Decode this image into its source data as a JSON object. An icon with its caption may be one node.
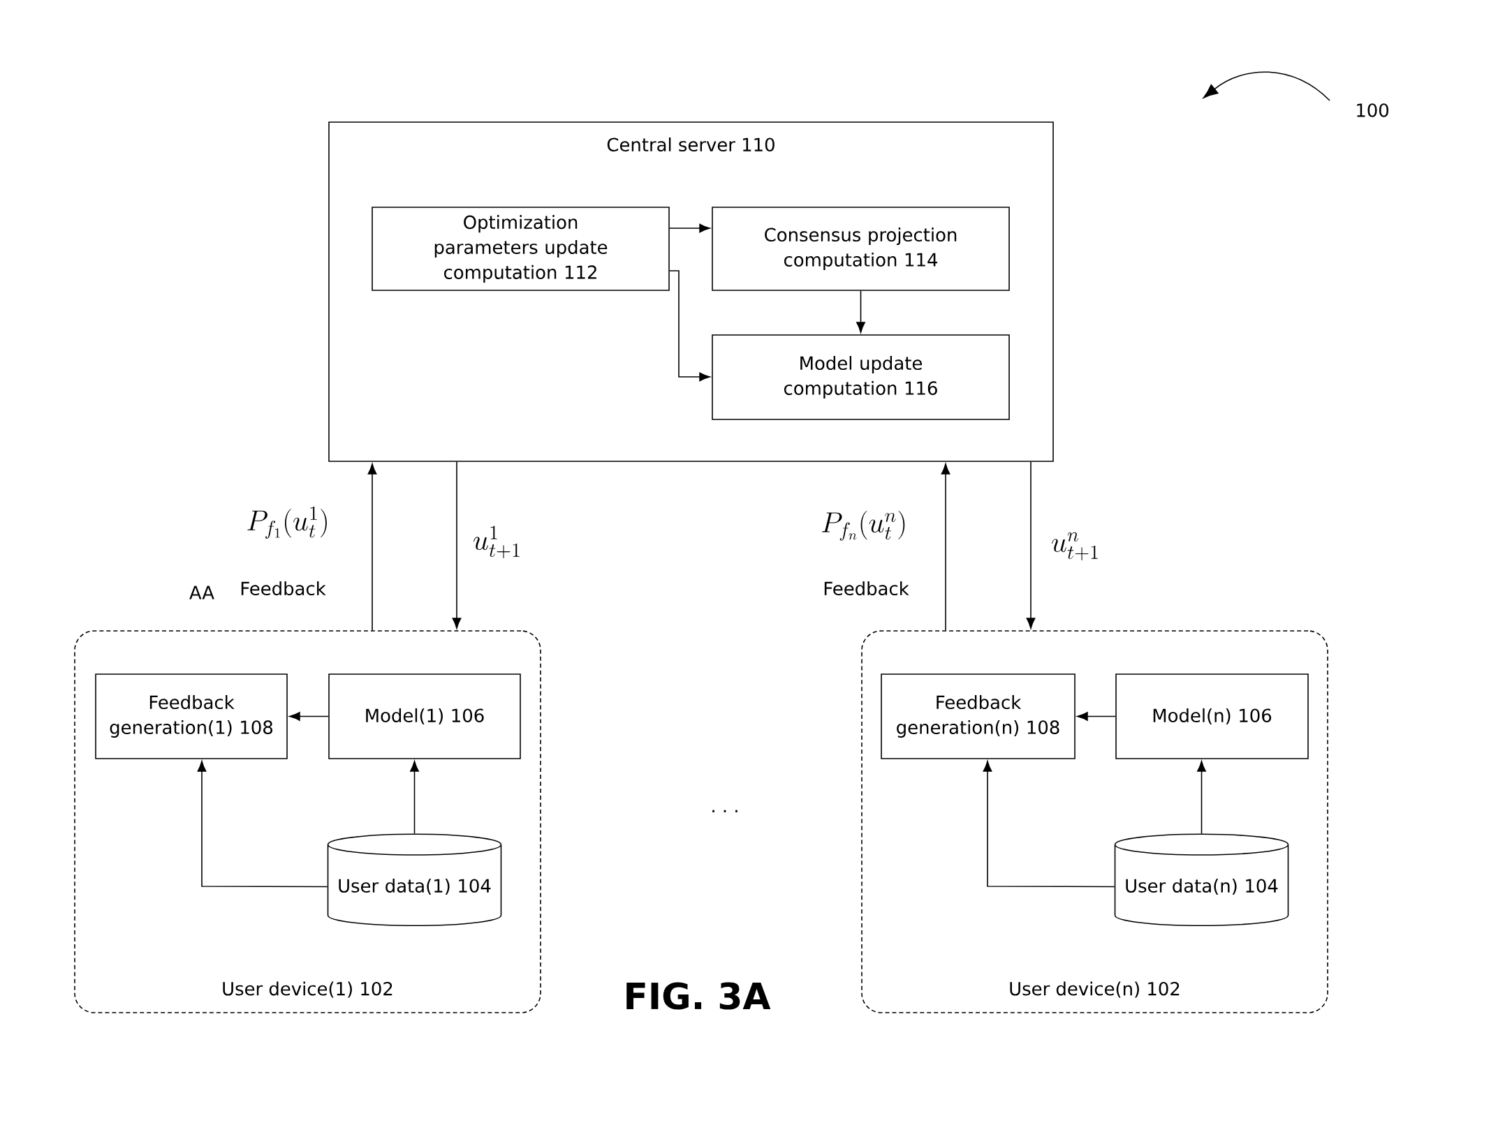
{
  "diagram": {
    "caption": "FIG. 3A",
    "nodes": [
      {
        "text": [
          "Central server 110"
        ]
      },
      {
        "text": [
          "Optimization parameters update computation 112"
        ],
        "in": 0
      },
      {
        "text": [
          "Consensus projection computation 114"
        ],
        "in": 0
      },
      {
        "text": [
          "Model update computation 116"
        ],
        "in": 0
      },
      {
        "text": [
          "User device(1) 102"
        ]
      },
      {
        "text": [
          "Feedback generation(1) 108"
        ],
        "in": 4
      },
      {
        "text": [
          "Model(1) 106"
        ],
        "in": 4
      },
      {
        "text": [
          "User data(1) 104"
        ],
        "in": 4
      },
      {
        "text": [
          "User device(n) 102"
        ]
      },
      {
        "text": [
          "Feedback generation(n) 108"
        ],
        "in": 8
      },
      {
        "text": [
          "Model(n) 106"
        ],
        "in": 8
      },
      {
        "text": [
          "User data(n) 104"
        ],
        "in": 8
      }
    ],
    "edges": [
      {
        "from": 1,
        "to": 2,
        "arrow": "to"
      },
      {
        "from": 1,
        "to": 3,
        "arrow": "to"
      },
      {
        "from": 2,
        "to": 3,
        "arrow": "to"
      },
      {
        "from": 6,
        "to": 5,
        "arrow": "to"
      },
      {
        "from": 7,
        "to": 6,
        "arrow": "to"
      },
      {
        "from": 7,
        "to": 5,
        "arrow": "to"
      },
      {
        "from": 4,
        "to": 0,
        "arrow": "to",
        "label": "Feedback"
      },
      {
        "from": 0,
        "to": 4,
        "arrow": "to"
      },
      {
        "from": 10,
        "to": 9,
        "arrow": "to"
      },
      {
        "from": 11,
        "to": 10,
        "arrow": "to"
      },
      {
        "from": 11,
        "to": 9,
        "arrow": "to"
      },
      {
        "from": 8,
        "to": 0,
        "arrow": "to",
        "label": "Feedback"
      },
      {
        "from": 0,
        "to": 8,
        "arrow": "to"
      }
    ],
    "labels": [
      "100",
      "P_{f_1}(u_t^{1})",
      "u_{t+1}^{1}",
      "P_{f_n}(u_t^{n})",
      "u_{t+1}^{n}",
      "AA",
      "· · ·"
    ]
  }
}
